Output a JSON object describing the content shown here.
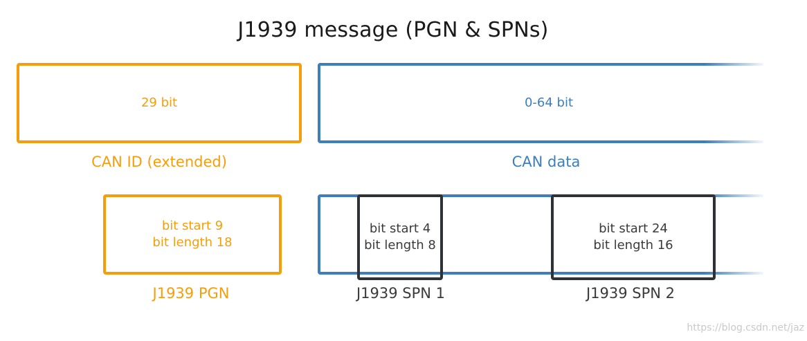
{
  "title": "J1939 message (PGN & SPNs)",
  "can_id": {
    "inner": "29 bit",
    "label": "CAN ID (extended)"
  },
  "can_data": {
    "inner": "0-64 bit",
    "label": "CAN data"
  },
  "pgn": {
    "line1": "bit start 9",
    "line2": "bit length 18",
    "label": "J1939 PGN"
  },
  "spn1": {
    "line1": "bit start 4",
    "line2": "bit length 8",
    "label": "J1939 SPN 1"
  },
  "spn2": {
    "line1": "bit start 24",
    "line2": "bit length 16",
    "label": "J1939 SPN 2"
  },
  "watermark": "https://blog.csdn.net/jaz",
  "colors": {
    "orange": "#f59e0b",
    "blue": "#3d7ebd",
    "dark": "#2e3135"
  }
}
